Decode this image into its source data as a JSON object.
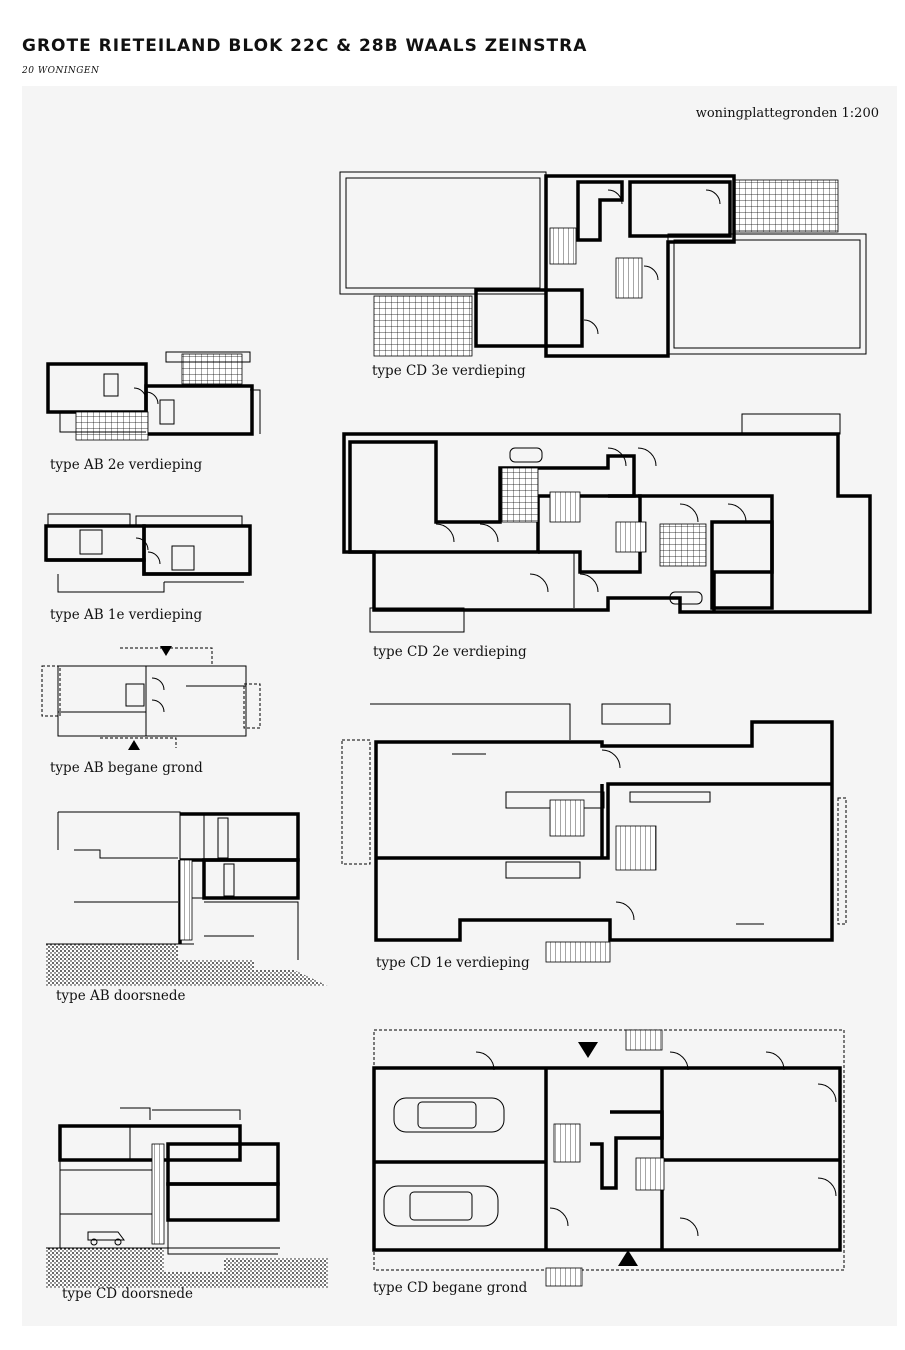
{
  "header": {
    "title": "GROTE RIETEILAND BLOK 22C & 28B WAALS ZEINSTRA",
    "subtitle": "20 WONINGEN"
  },
  "sheet": {
    "scale_label": "woningplattegronden 1:200"
  },
  "drawings": {
    "ab_2e": "type AB 2e verdieping",
    "ab_1e": "type AB 1e verdieping",
    "ab_bg": "type AB begane grond",
    "ab_section": "type AB doorsnede",
    "cd_section": "type CD doorsnede",
    "cd_3e": "type CD 3e verdieping",
    "cd_2e": "type CD 2e verdieping",
    "cd_1e": "type CD 1e verdieping",
    "cd_bg": "type CD begane grond"
  }
}
